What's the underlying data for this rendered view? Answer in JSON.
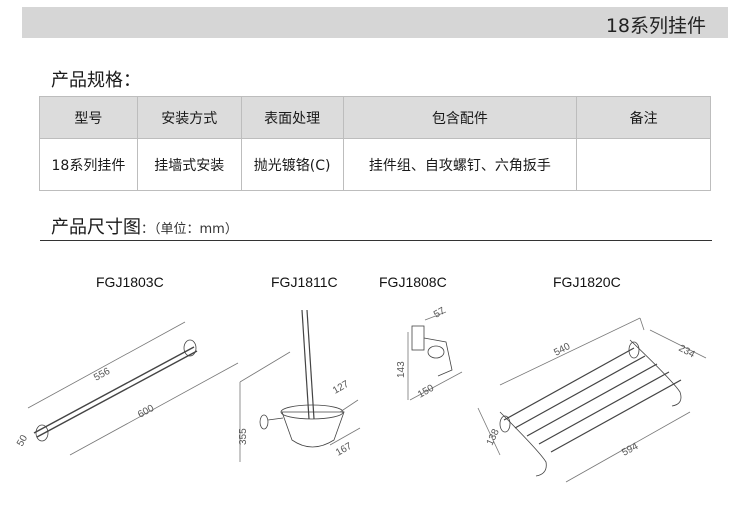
{
  "header": {
    "title": "18系列挂件"
  },
  "spec_section": {
    "title": "产品规格："
  },
  "spec_table": {
    "headers": [
      "型号",
      "安装方式",
      "表面处理",
      "包含配件",
      "备注"
    ],
    "row": [
      "18系列挂件",
      "挂墙式安装",
      "抛光镀铬(C)",
      "挂件组、自攻螺钉、六角扳手",
      ""
    ]
  },
  "dim_section": {
    "title": "产品尺寸图",
    "unit_note": "：（单位：mm）"
  },
  "products": [
    {
      "model": "FGJ1803C",
      "dims": [
        "556",
        "600",
        "50"
      ]
    },
    {
      "model": "FGJ1811C",
      "dims": [
        "127",
        "355",
        "167"
      ]
    },
    {
      "model": "FGJ1808C",
      "dims": [
        "57",
        "143",
        "150"
      ]
    },
    {
      "model": "FGJ1820C",
      "dims": [
        "540",
        "234",
        "138",
        "594"
      ]
    }
  ]
}
